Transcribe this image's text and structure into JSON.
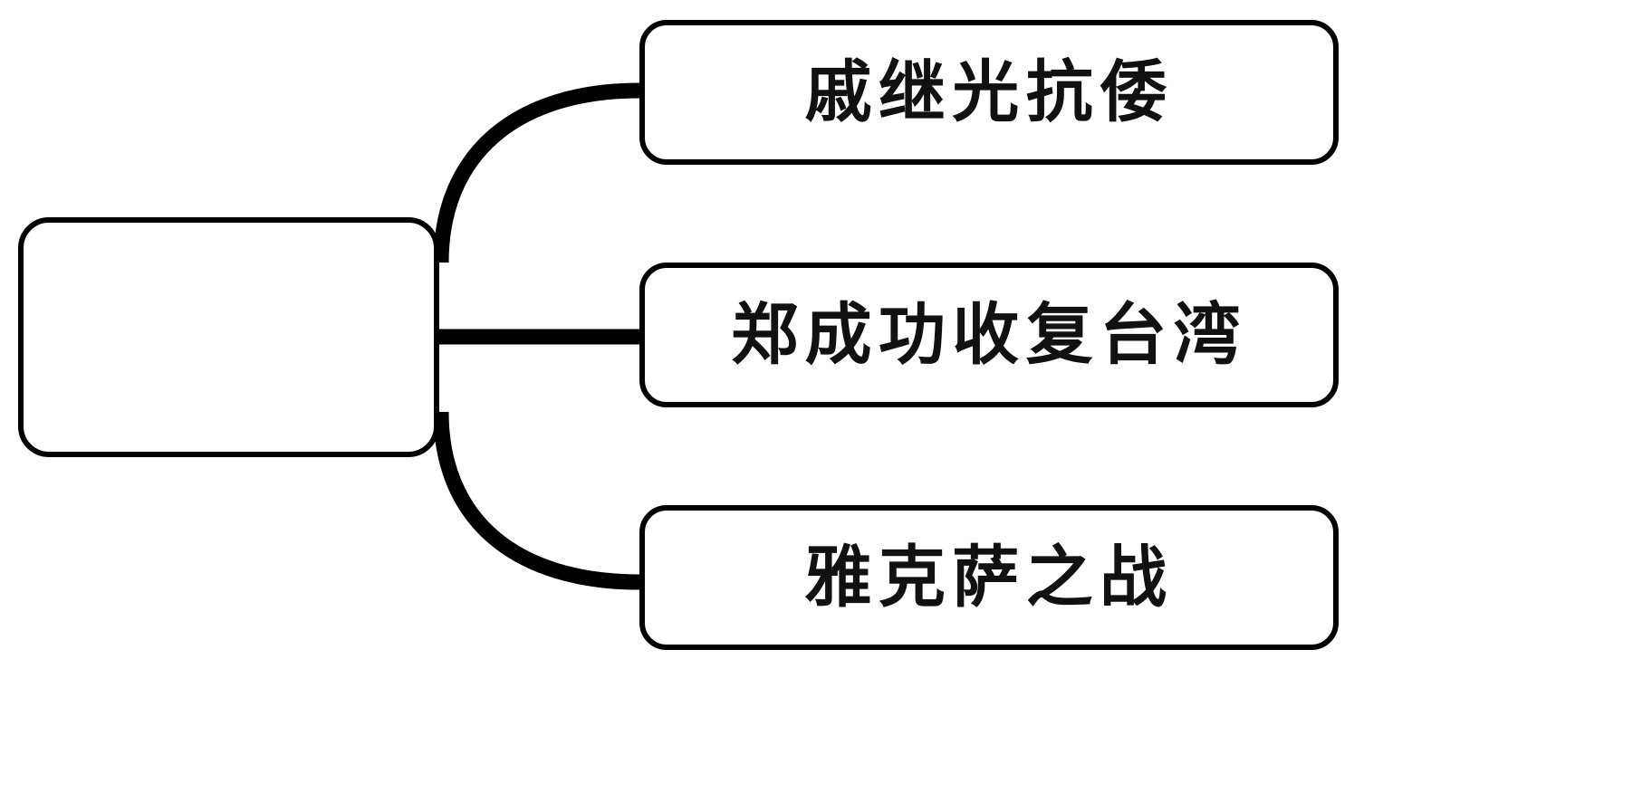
{
  "diagram": {
    "type": "mind-map",
    "orientation": "left-to-right",
    "background_color": "#ffffff",
    "line_color": "#000000",
    "node_border_color": "#000000",
    "node_fill_color": "#ffffff",
    "root": {
      "label": "",
      "is_blank": true
    },
    "branches": [
      {
        "label": "戚继光抗倭"
      },
      {
        "label": "郑成功收复台湾"
      },
      {
        "label": "雅克萨之战"
      }
    ]
  }
}
